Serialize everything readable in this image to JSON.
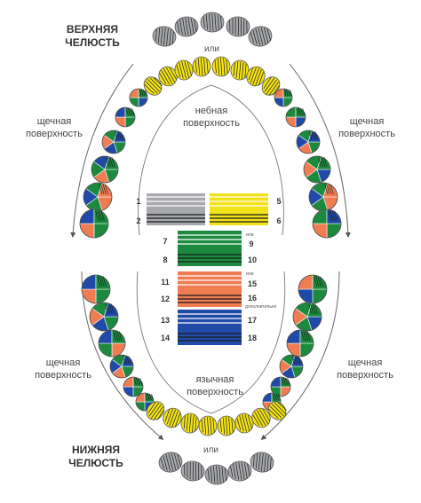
{
  "labels": {
    "upper_jaw": "ВЕРХНЯЯ ЧЕЛЮСТЬ",
    "lower_jaw": "НИЖНЯЯ ЧЕЛЮСТЬ",
    "or_top": "или",
    "or_bottom": "или",
    "palatal": "небная поверхность",
    "lingual": "язычная поверхность",
    "buccal_upper_left": "щечная поверхность",
    "buccal_upper_right": "щечная поверхность",
    "buccal_lower_left": "щечная поверхность",
    "buccal_lower_right": "щечная поверхность"
  },
  "legend": {
    "gray_top": "1",
    "gray_bottom": "2",
    "yellow_top": "5",
    "yellow_bottom": "6",
    "green_top_left": "7",
    "green_bottom_left": "8",
    "green_top_right": "9",
    "green_bottom_right": "10",
    "green_or": "или",
    "orange_top_left": "11",
    "orange_bottom_left": "12",
    "orange_top_right": "15",
    "orange_bottom_right": "16",
    "orange_or": "или",
    "orange_extra": "дополнительно",
    "blue_top_left": "13",
    "blue_bottom_left": "14",
    "blue_top_right": "17",
    "blue_bottom_right": "18"
  },
  "colors": {
    "gray": "#a7a9ac",
    "yellow": "#f2e21a",
    "green": "#1b8a3e",
    "orange": "#f07d52",
    "blue": "#1f4aa8",
    "stripe": "#1a1a1a"
  }
}
